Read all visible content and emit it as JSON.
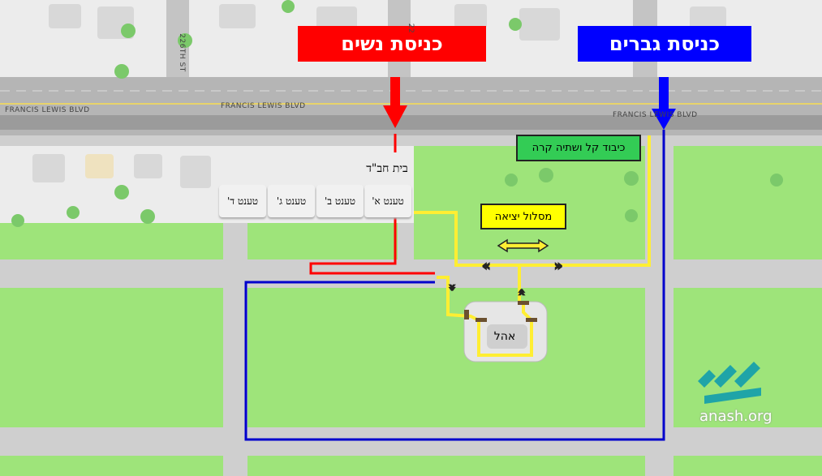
{
  "entrances": {
    "women": {
      "label": "כניסת נשים",
      "color": "#ff0000"
    },
    "men": {
      "label": "כניסת גברים",
      "color": "#0000ff"
    }
  },
  "streets": {
    "boulevard": [
      "FRANCIS LEWIS BLVD",
      "FRANCIS LEWIS BLVD",
      "FRANCIS LEWIS BLVD"
    ],
    "cross_street": "226TH ST",
    "cross_street_2": "22"
  },
  "buildings": {
    "chabad_house": "בית חב\"ד",
    "tents": [
      "טענט א'",
      "טענט ב'",
      "טענט ג'",
      "טענט ד'"
    ]
  },
  "labels": {
    "refreshments": "כיבוד קל ושתיה קרה",
    "exit_route": "מסלול יציאה",
    "ohel": "אהל"
  },
  "colors": {
    "refreshments_bg": "#33cc55",
    "exit_bg": "#ffff00",
    "route": "#ffee33"
  },
  "logo": {
    "text": "anash.org"
  }
}
